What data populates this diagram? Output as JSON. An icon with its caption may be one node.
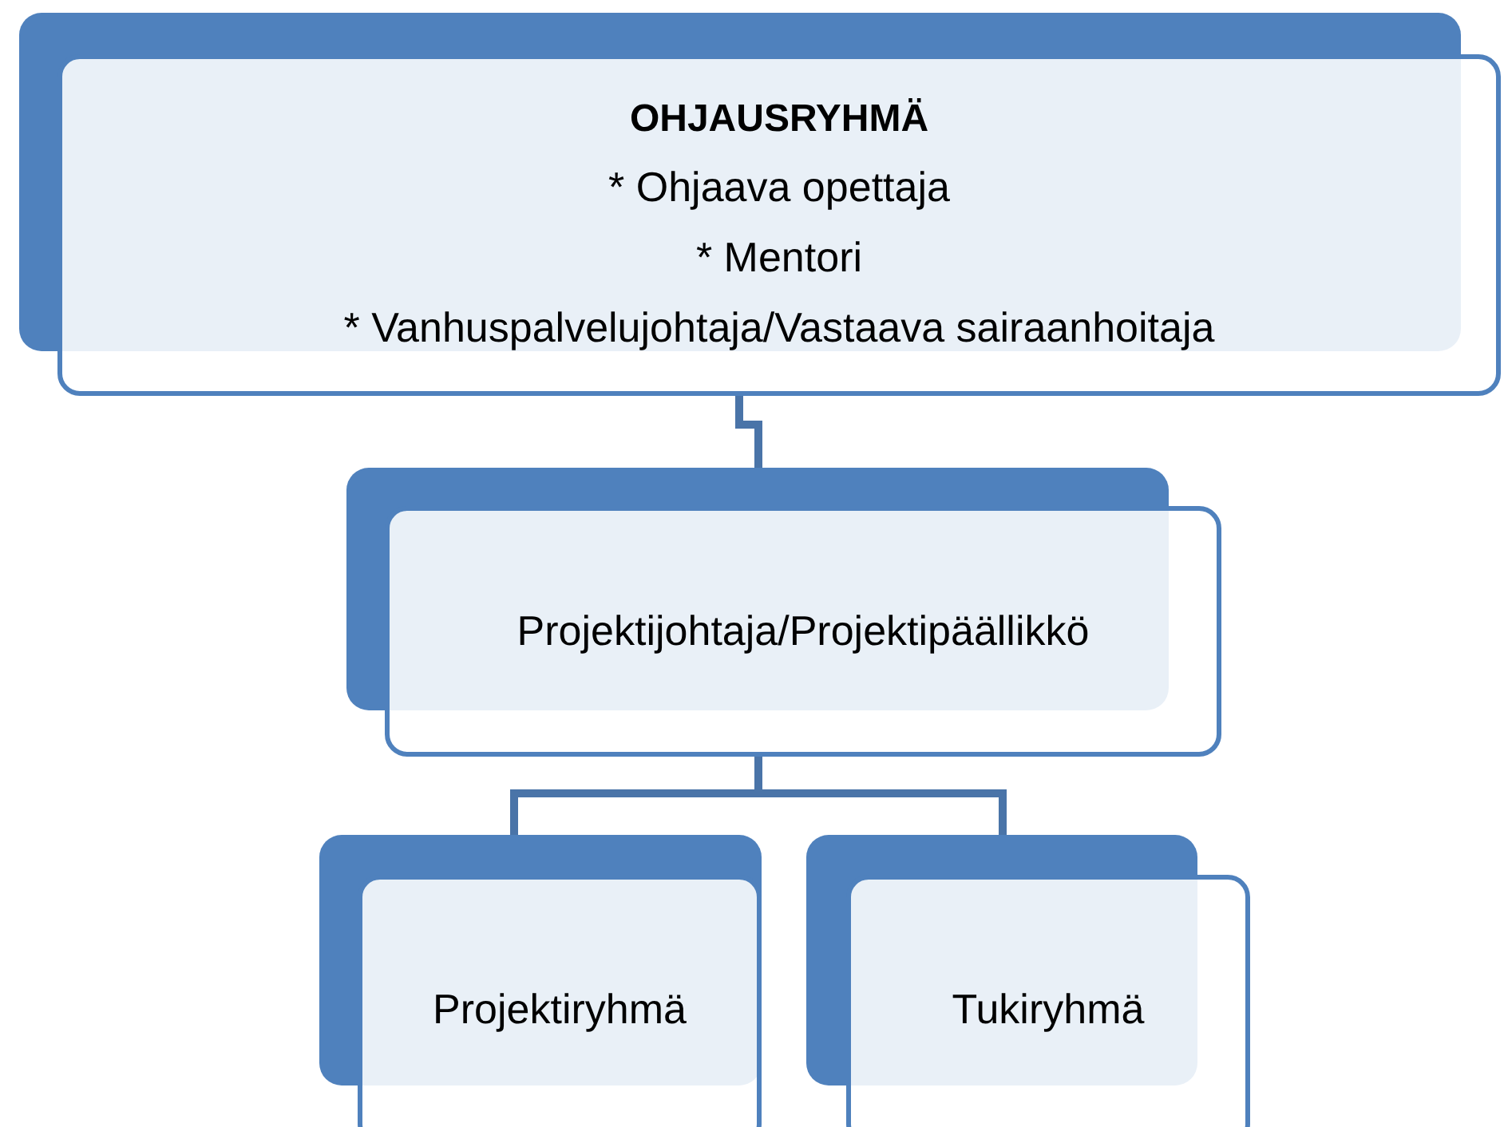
{
  "diagram": {
    "nodes": [
      {
        "text": [
          "OHJAUSRYHMÄ",
          "* Ohjaava opettaja",
          "* Mentori",
          "* Vanhuspalvelujohtaja/Vastaava sairaanhoitaja"
        ]
      },
      {
        "text": [
          "Projektijohtaja/Projektipäällikkö"
        ]
      },
      {
        "text": [
          "Projektiryhmä"
        ]
      },
      {
        "text": [
          "Tukiryhmä"
        ]
      }
    ],
    "edges": [
      {
        "from": 0,
        "to": 1,
        "arrow": "none"
      },
      {
        "from": 1,
        "to": 2,
        "arrow": "none"
      },
      {
        "from": 1,
        "to": 3,
        "arrow": "none"
      }
    ]
  }
}
